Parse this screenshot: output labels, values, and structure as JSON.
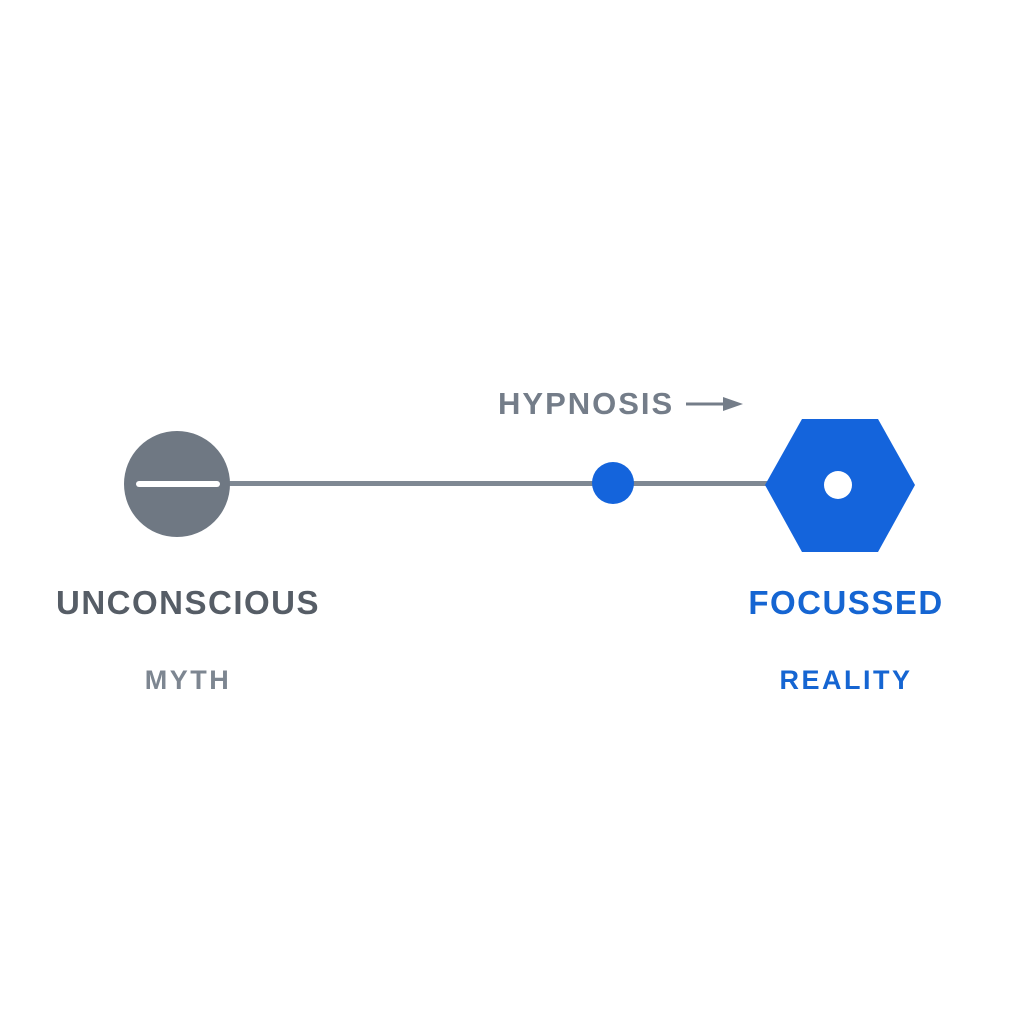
{
  "diagram": {
    "title": "HYPNOSIS",
    "title_arrow": "right-arrow",
    "left_node": {
      "shape": "circle-with-minus",
      "label": "UNCONSCIOUS",
      "sublabel": "MYTH"
    },
    "mid_node": {
      "shape": "dot"
    },
    "right_node": {
      "shape": "hexagon-with-hole",
      "label": "FOCUSSED",
      "sublabel": "REALITY"
    },
    "colors": {
      "background": "#ffffff",
      "gray_shape": "#6f7883",
      "line": "#7f8893",
      "title_gray": "#747d89",
      "label_dark_gray": "#565d66",
      "sublabel_gray": "#7d8691",
      "blue": "#1464dc",
      "text_blue": "#1565d2"
    }
  }
}
